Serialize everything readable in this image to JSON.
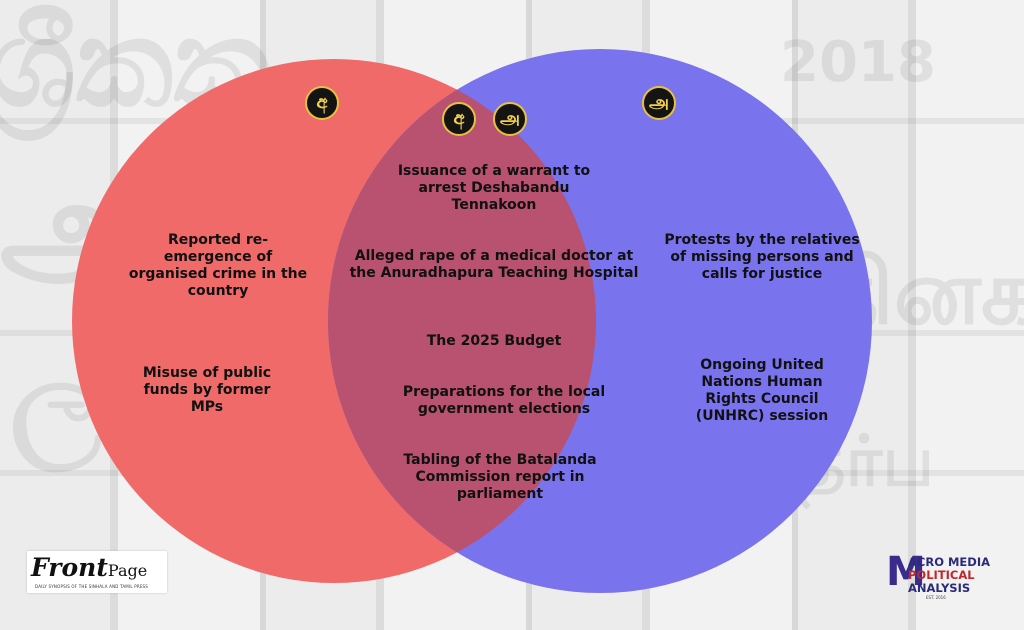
{
  "diagram": {
    "type": "venn",
    "colors": {
      "left_circle": "#f06a6a",
      "right_circle": "#7a73ee",
      "overlap": "#b85270",
      "badge_fill": "#141414",
      "badge_border": "#e8c23c",
      "badge_glyph": "#f3d04a"
    },
    "badges": {
      "left": "අ",
      "middle_left": "අ",
      "middle_right": "அ",
      "right": "அ"
    },
    "left_items": [
      "Reported re-emergence of organised crime in the country",
      "Misuse of public funds by former MPs"
    ],
    "overlap_items": [
      "Issuance of a warrant to arrest Deshabandu Tennakoon",
      "Alleged rape of a medical doctor at the Anuradhapura Teaching Hospital",
      "The 2025 Budget",
      "Preparations for the local government elections",
      "Tabling of the Batalanda Commission report in parliament"
    ],
    "right_items": [
      "Protests by the relatives of missing persons and calls for justice",
      "Ongoing United Nations Human Rights Council (UNHRC) session"
    ]
  },
  "logos": {
    "frontpage": {
      "word_a": "Front",
      "word_b": "Page",
      "tagline": "DAILY SYNOPSIS OF THE SINHALA AND TAMIL PRESS"
    },
    "acro": {
      "mark": "M",
      "line1": "ACRO MEDIA",
      "line2": "POLITICAL",
      "line3": "ANALYSIS",
      "est": "EST. 2016"
    }
  }
}
